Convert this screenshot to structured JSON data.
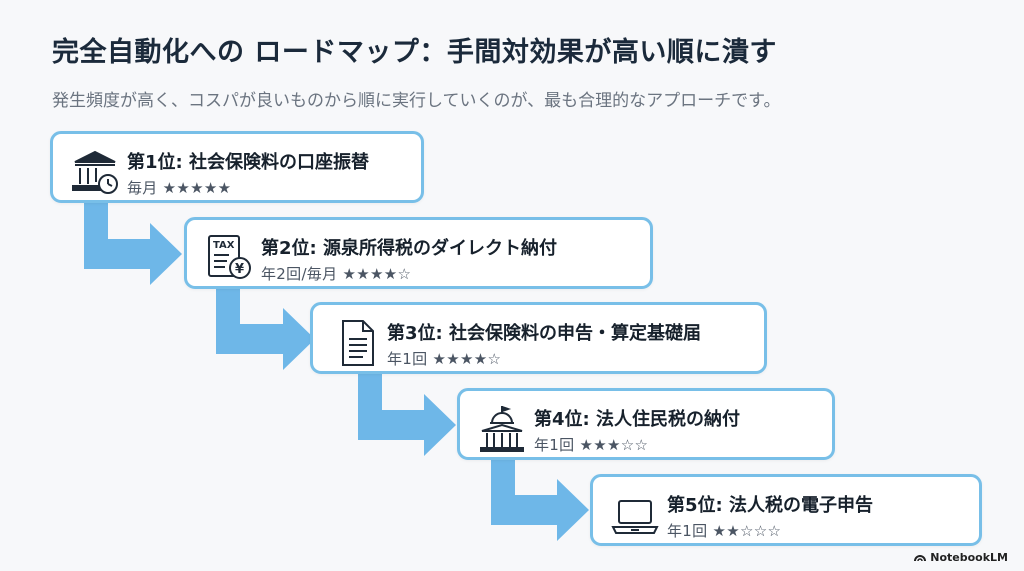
{
  "title": "完全自動化への ロードマップ：手間対効果が高い順に潰す",
  "subtitle": "発生頻度が高く、コスパが良いものから順に実行していくのが、最も合理的なアプローチです。",
  "accent_color": "#78bfe8",
  "arrow_color": "#6eb7e8",
  "steps": [
    {
      "label": "第1位: 社会保険料の口座振替",
      "rating": "毎月 ★★★★★",
      "icon": "bank-clock-icon"
    },
    {
      "label": "第2位: 源泉所得税のダイレクト納付",
      "rating": "年2回/毎月 ★★★★☆",
      "icon": "tax-yen-icon"
    },
    {
      "label": "第3位: 社会保険料の申告・算定基礎届",
      "rating": "年1回 ★★★★☆",
      "icon": "document-icon"
    },
    {
      "label": "第4位: 法人住民税の納付",
      "rating": "年1回 ★★★☆☆",
      "icon": "government-building-icon"
    },
    {
      "label": "第5位: 法人税の電子申告",
      "rating": "年1回 ★★☆☆☆",
      "icon": "laptop-icon"
    }
  ],
  "brand": "NotebookLM"
}
